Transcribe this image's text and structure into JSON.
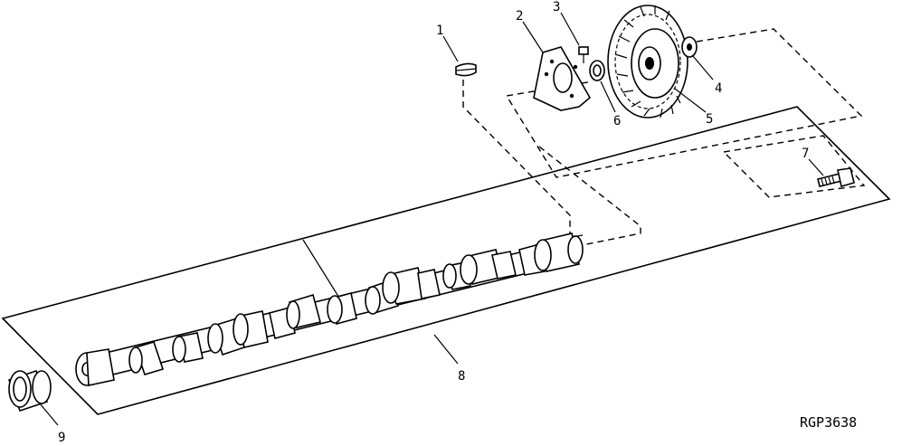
{
  "callouts": {
    "c1": "1",
    "c2": "2",
    "c3": "3",
    "c4": "4",
    "c5": "5",
    "c6": "6",
    "c7": "7",
    "c8": "8",
    "c9": "9"
  },
  "figure_code": "RGP3638",
  "colors": {
    "ink": "#000000",
    "paper": "#ffffff"
  }
}
